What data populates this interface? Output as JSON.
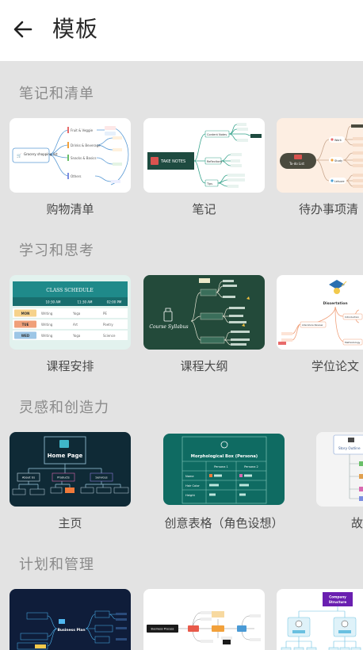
{
  "header": {
    "title": "模板"
  },
  "sections": [
    {
      "title": "笔记和清单",
      "items": [
        {
          "label": "购物清单",
          "thumb": {
            "center": "Grocery shopping list",
            "nodes": [
              "Fruit & Veggie",
              "Drinks & Beverage",
              "Snacks & Basics",
              "Others"
            ]
          }
        },
        {
          "label": "笔记",
          "thumb": {
            "center": "TAKE NOTES",
            "nodes": [
              "Content Notes",
              "Reflections",
              "Tips"
            ]
          }
        },
        {
          "label": "待办事项清",
          "thumb": {
            "center": "To-do List",
            "nodes": [
              "Work",
              "Study",
              "Leisure"
            ]
          }
        }
      ]
    },
    {
      "title": "学习和思考",
      "items": [
        {
          "label": "课程安排",
          "thumb": {
            "title": "CLASS SCHEDULE",
            "cols": [
              "10:30 AM",
              "11:30 AM",
              "02:00 PM"
            ],
            "rows": [
              {
                "day": "MON",
                "cells": [
                  "Writing",
                  "Yoga",
                  "PE"
                ]
              },
              {
                "day": "TUE",
                "cells": [
                  "Writing",
                  "Art",
                  "Poetry"
                ]
              },
              {
                "day": "WED",
                "cells": [
                  "Writing",
                  "Yoga",
                  "Science"
                ]
              }
            ]
          }
        },
        {
          "label": "课程大纲",
          "thumb": {
            "center": "Course Syllabus"
          }
        },
        {
          "label": "学位论文",
          "thumb": {
            "center": "Dissertation",
            "nodes": [
              "Literature Review",
              "Introduction",
              "Methodology"
            ]
          }
        }
      ]
    },
    {
      "title": "灵感和创造力",
      "items": [
        {
          "label": "主页",
          "thumb": {
            "center": "Home Page",
            "nodes": [
              "About Us",
              "Products",
              "Services"
            ]
          }
        },
        {
          "label": "创意表格（角色设想）",
          "thumb": {
            "title": "Morphological Box (Persona)",
            "cols": [
              "Persona 1",
              "Persona 2"
            ],
            "rows": [
              "Name",
              "Hair Color",
              "Height"
            ]
          }
        },
        {
          "label": "故",
          "thumb": {
            "center": "Story Outline"
          }
        }
      ]
    },
    {
      "title": "计划和管理",
      "items": [
        {
          "label": "",
          "thumb": {
            "center": "Business Plan"
          }
        },
        {
          "label": "",
          "thumb": {
            "center": "Business Process"
          }
        },
        {
          "label": "",
          "thumb": {
            "center": "Company Structure"
          }
        }
      ]
    }
  ]
}
